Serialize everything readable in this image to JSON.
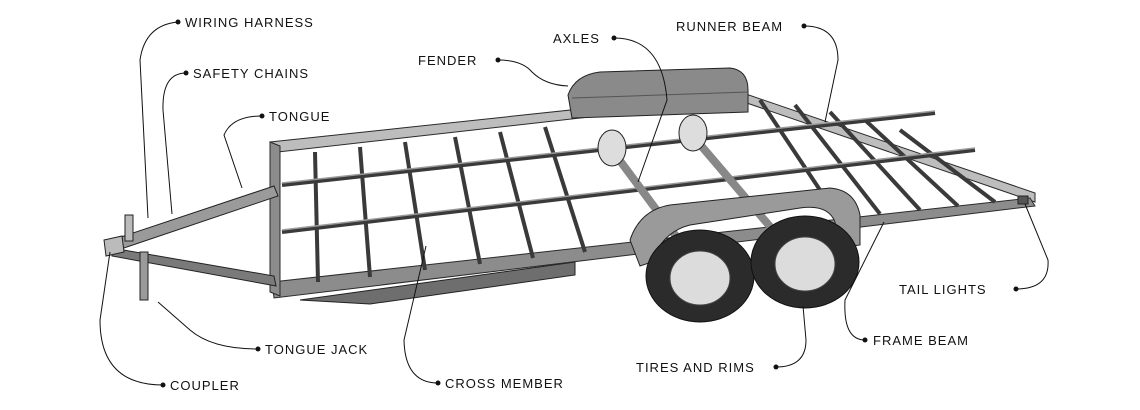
{
  "labels": {
    "wiring_harness": "WIRING HARNESS",
    "safety_chains": "SAFETY CHAINS",
    "tongue": "TONGUE",
    "fender": "FENDER",
    "axles": "AXLES",
    "runner_beam": "RUNNER BEAM",
    "tail_lights": "TAIL LIGHTS",
    "frame_beam": "FRAME BEAM",
    "tires_and_rims": "TIRES AND RIMS",
    "cross_member": "CROSS MEMBER",
    "tongue_jack": "TONGUE JACK",
    "coupler": "COUPLER"
  }
}
